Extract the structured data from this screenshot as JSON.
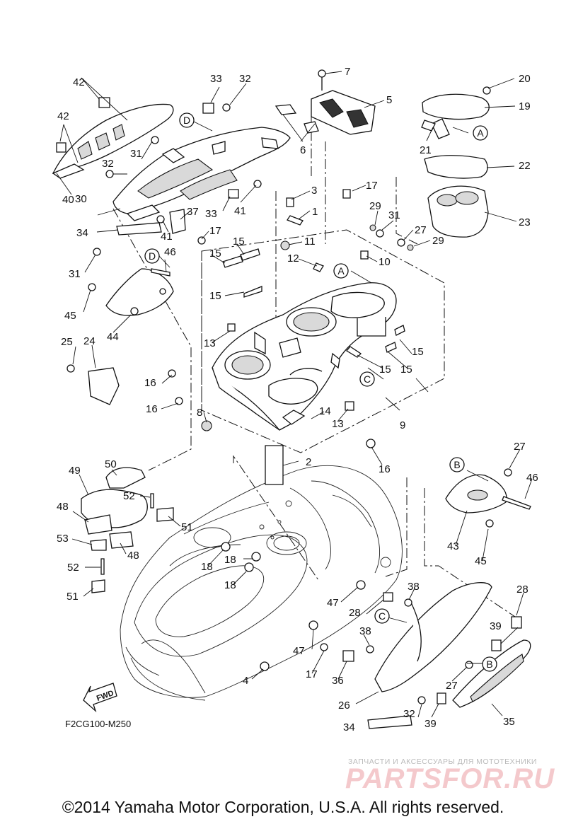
{
  "diagram": {
    "figure_code": "F2CG100-M250",
    "fwd_label": "FWD",
    "part_numbers": [
      {
        "id": "p1",
        "text": "1"
      },
      {
        "id": "p2",
        "text": "2"
      },
      {
        "id": "p3",
        "text": "3"
      },
      {
        "id": "p4",
        "text": "4"
      },
      {
        "id": "p5",
        "text": "5"
      },
      {
        "id": "p6",
        "text": "6"
      },
      {
        "id": "p7",
        "text": "7"
      },
      {
        "id": "p8",
        "text": "8"
      },
      {
        "id": "p9",
        "text": "9"
      },
      {
        "id": "p10",
        "text": "10"
      },
      {
        "id": "p11",
        "text": "11"
      },
      {
        "id": "p12",
        "text": "12"
      },
      {
        "id": "p13a",
        "text": "13"
      },
      {
        "id": "p13b",
        "text": "13"
      },
      {
        "id": "p14",
        "text": "14"
      },
      {
        "id": "p15a",
        "text": "15"
      },
      {
        "id": "p15b",
        "text": "15"
      },
      {
        "id": "p15c",
        "text": "15"
      },
      {
        "id": "p15d",
        "text": "15"
      },
      {
        "id": "p15e",
        "text": "15"
      },
      {
        "id": "p15f",
        "text": "15"
      },
      {
        "id": "p16a",
        "text": "16"
      },
      {
        "id": "p16b",
        "text": "16"
      },
      {
        "id": "p16c",
        "text": "16"
      },
      {
        "id": "p17a",
        "text": "17"
      },
      {
        "id": "p17b",
        "text": "17"
      },
      {
        "id": "p17c",
        "text": "17"
      },
      {
        "id": "p18a",
        "text": "18"
      },
      {
        "id": "p18b",
        "text": "18"
      },
      {
        "id": "p18c",
        "text": "18"
      },
      {
        "id": "p19",
        "text": "19"
      },
      {
        "id": "p20",
        "text": "20"
      },
      {
        "id": "p21",
        "text": "21"
      },
      {
        "id": "p22",
        "text": "22"
      },
      {
        "id": "p23",
        "text": "23"
      },
      {
        "id": "p24",
        "text": "24"
      },
      {
        "id": "p25",
        "text": "25"
      },
      {
        "id": "p26",
        "text": "26"
      },
      {
        "id": "p27a",
        "text": "27"
      },
      {
        "id": "p27b",
        "text": "27"
      },
      {
        "id": "p27c",
        "text": "27"
      },
      {
        "id": "p28a",
        "text": "28"
      },
      {
        "id": "p28b",
        "text": "28"
      },
      {
        "id": "p29a",
        "text": "29"
      },
      {
        "id": "p29b",
        "text": "29"
      },
      {
        "id": "p30",
        "text": "30"
      },
      {
        "id": "p31a",
        "text": "31"
      },
      {
        "id": "p31b",
        "text": "31"
      },
      {
        "id": "p31c",
        "text": "31"
      },
      {
        "id": "p32a",
        "text": "32"
      },
      {
        "id": "p32b",
        "text": "32"
      },
      {
        "id": "p32c",
        "text": "32"
      },
      {
        "id": "p33a",
        "text": "33"
      },
      {
        "id": "p33b",
        "text": "33"
      },
      {
        "id": "p34a",
        "text": "34"
      },
      {
        "id": "p34b",
        "text": "34"
      },
      {
        "id": "p35",
        "text": "35"
      },
      {
        "id": "p36",
        "text": "36"
      },
      {
        "id": "p37",
        "text": "37"
      },
      {
        "id": "p38a",
        "text": "38"
      },
      {
        "id": "p38b",
        "text": "38"
      },
      {
        "id": "p39a",
        "text": "39"
      },
      {
        "id": "p39b",
        "text": "39"
      },
      {
        "id": "p40",
        "text": "40"
      },
      {
        "id": "p41a",
        "text": "41"
      },
      {
        "id": "p41b",
        "text": "41"
      },
      {
        "id": "p42a",
        "text": "42"
      },
      {
        "id": "p42b",
        "text": "42"
      },
      {
        "id": "p43",
        "text": "43"
      },
      {
        "id": "p44",
        "text": "44"
      },
      {
        "id": "p45a",
        "text": "45"
      },
      {
        "id": "p45b",
        "text": "45"
      },
      {
        "id": "p46a",
        "text": "46"
      },
      {
        "id": "p46b",
        "text": "46"
      },
      {
        "id": "p47a",
        "text": "47"
      },
      {
        "id": "p47b",
        "text": "47"
      },
      {
        "id": "p48a",
        "text": "48"
      },
      {
        "id": "p48b",
        "text": "48"
      },
      {
        "id": "p49",
        "text": "49"
      },
      {
        "id": "p50",
        "text": "50"
      },
      {
        "id": "p51a",
        "text": "51"
      },
      {
        "id": "p51b",
        "text": "51"
      },
      {
        "id": "p52a",
        "text": "52"
      },
      {
        "id": "p52b",
        "text": "52"
      },
      {
        "id": "p53",
        "text": "53"
      }
    ],
    "reference_markers": [
      {
        "id": "mA1",
        "text": "A"
      },
      {
        "id": "mA2",
        "text": "A"
      },
      {
        "id": "mB1",
        "text": "B"
      },
      {
        "id": "mB2",
        "text": "B"
      },
      {
        "id": "mC1",
        "text": "C"
      },
      {
        "id": "mC2",
        "text": "C"
      },
      {
        "id": "mD1",
        "text": "D"
      },
      {
        "id": "mD2",
        "text": "D"
      }
    ]
  },
  "watermark": {
    "small_text": "ЗАПЧАСТИ И АКСЕССУАРЫ ДЛЯ МОТОТЕХНИКИ",
    "logo_text": "PARTSFOR.RU"
  },
  "footer": {
    "copyright": "©2014 Yamaha Motor Corporation, U.S.A. All rights reserved."
  }
}
